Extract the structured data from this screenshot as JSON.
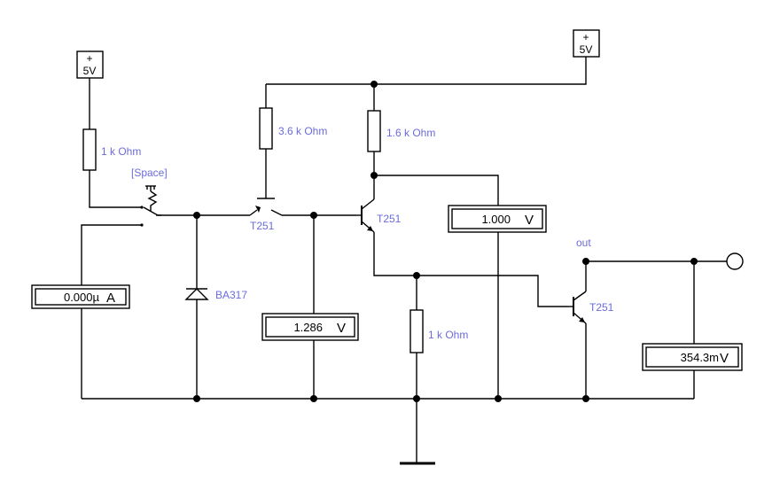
{
  "sources": [
    {
      "sign": "+",
      "value": "5V"
    },
    {
      "sign": "+",
      "value": "5V"
    }
  ],
  "labels": {
    "r_input": "1 k Ohm",
    "r_base": "3.6 k Ohm",
    "r_collector": "1.6 k Ohm",
    "r_emitter": "1 k Ohm",
    "switch_key": "[Space]",
    "diode": "BA317",
    "transistor_1": "T251",
    "transistor_2": "T251",
    "transistor_3": "T251",
    "out": "out"
  },
  "meters": {
    "ammeter": {
      "value": "0.000µ",
      "unit": "A"
    },
    "voltmeter_base": {
      "value": "1.286",
      "unit": "V"
    },
    "voltmeter_collector": {
      "value": "1.000",
      "unit": "V"
    },
    "voltmeter_out": {
      "value": "354.3m",
      "unit": "V"
    }
  }
}
